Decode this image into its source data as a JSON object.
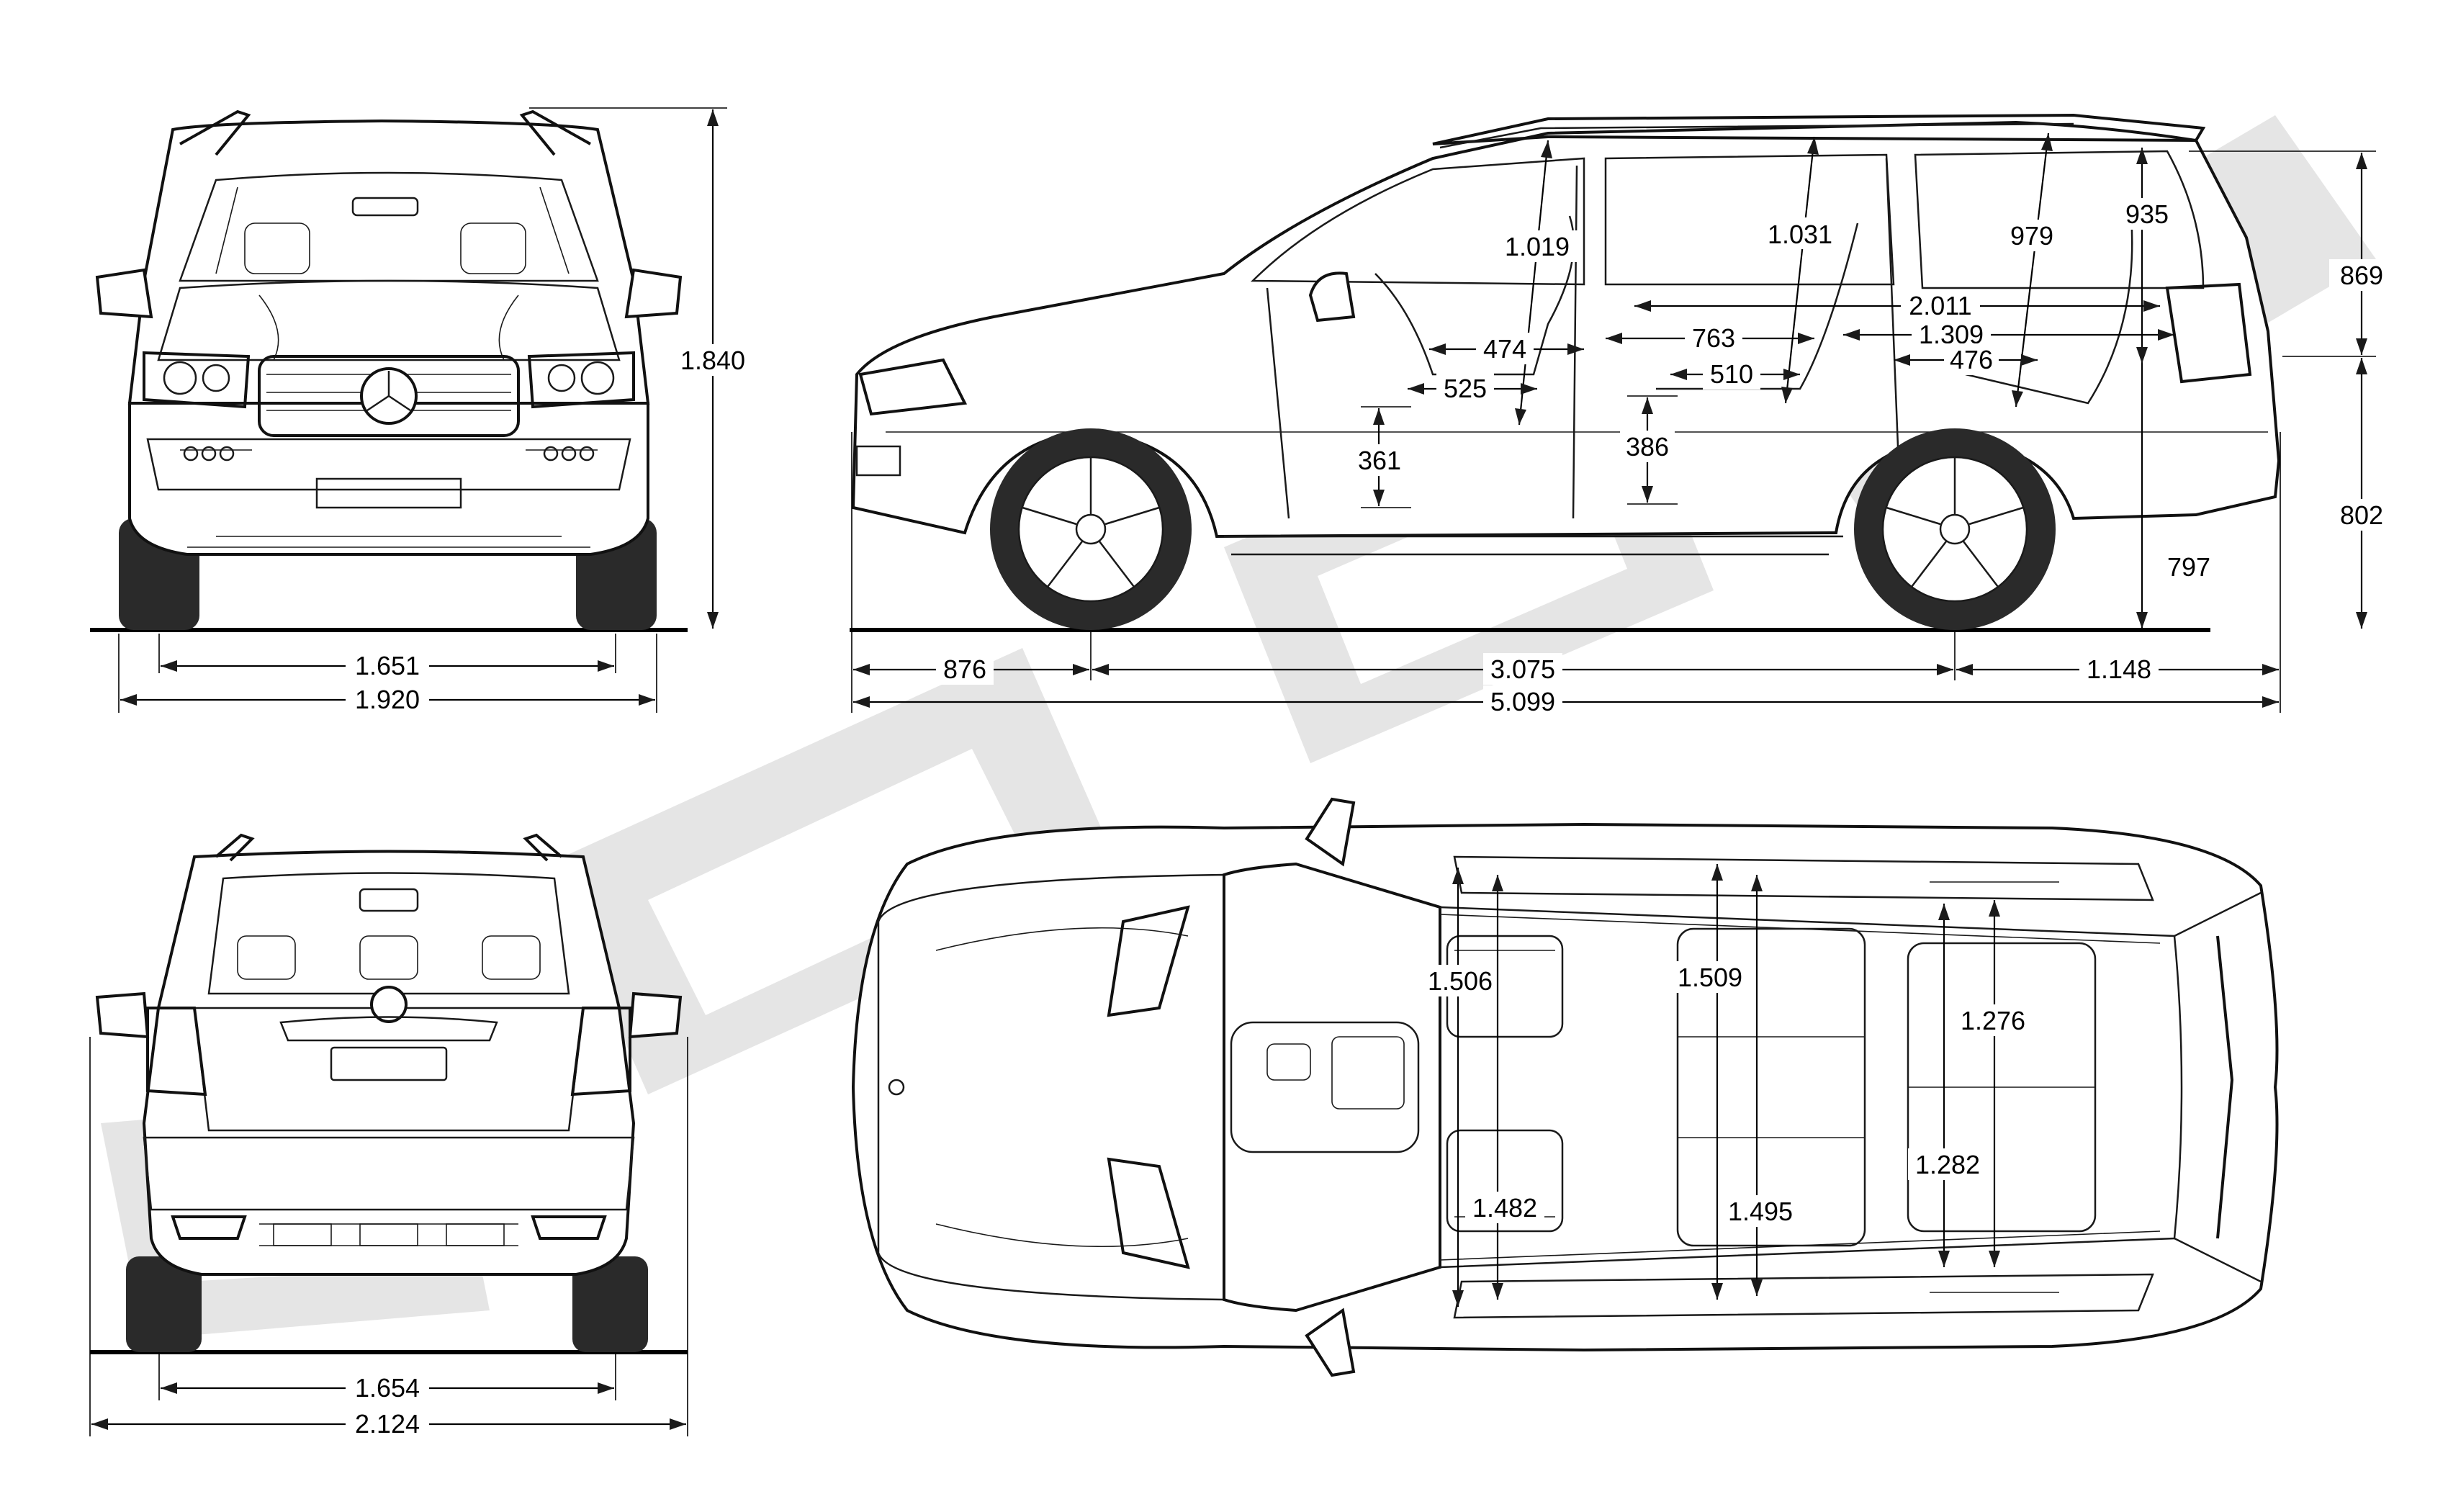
{
  "front_view": {
    "height": "1.840",
    "track": "1.651",
    "width": "1.920"
  },
  "side_view": {
    "headroom_front": "1.019",
    "headroom_middle": "1.031",
    "headroom_rear": "979",
    "cargo_opening_height": "935",
    "rear_height_upper": "869",
    "rear_height_lower": "802",
    "ground_to_bumper": "797",
    "load_length_total": "2.011",
    "load_length_middle": "1.309",
    "load_length_rear": "476",
    "legroom_front": "474",
    "legroom_middle": "763",
    "seat_depth_front": "525",
    "seat_depth_middle": "510",
    "seat_height_front": "361",
    "seat_height_middle": "386",
    "front_overhang": "876",
    "wheelbase": "3.075",
    "rear_overhang": "1.148",
    "overall_length": "5.099"
  },
  "top_view": {
    "shoulder_front": "1.506",
    "shoulder_middle": "1.509",
    "shoulder_rear": "1.276",
    "hip_front": "1.482",
    "hip_middle": "1.495",
    "hip_rear": "1.282"
  },
  "rear_view": {
    "track": "1.654",
    "width_mirrors": "2.124"
  }
}
